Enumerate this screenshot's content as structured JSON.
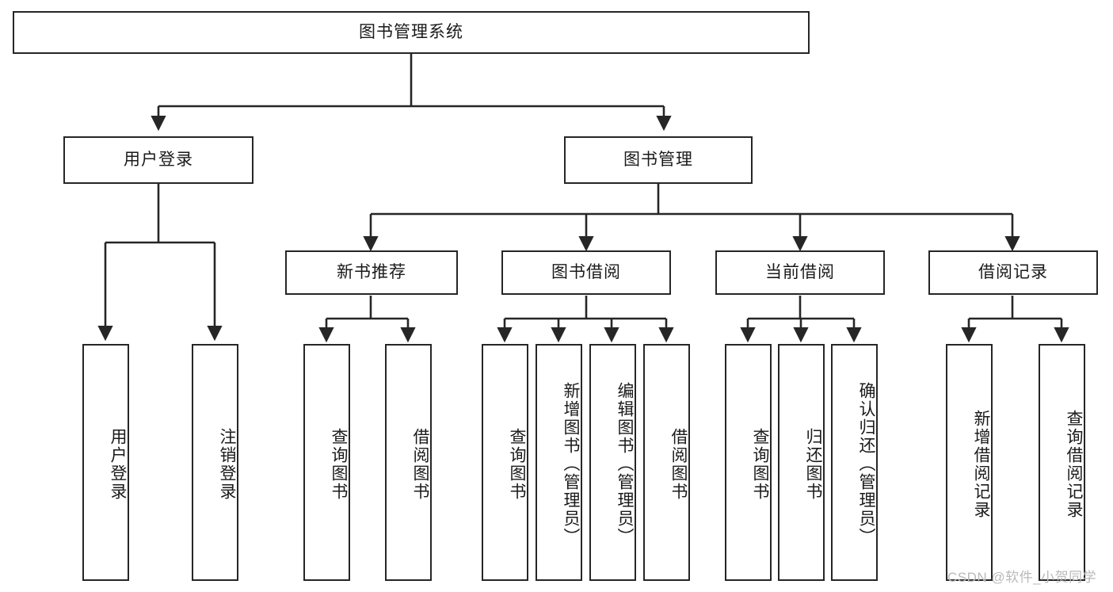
{
  "diagram": {
    "type": "tree",
    "title": "图书管理系统",
    "root": {
      "label": "图书管理系统"
    },
    "level1": [
      {
        "label": "用户登录"
      },
      {
        "label": "图书管理"
      }
    ],
    "level2": [
      {
        "label": "新书推荐"
      },
      {
        "label": "图书借阅"
      },
      {
        "label": "当前借阅"
      },
      {
        "label": "借阅记录"
      }
    ],
    "leaves": {
      "user_login": [
        {
          "label": "用户登录"
        },
        {
          "label": "注销登录"
        }
      ],
      "new_book_recommend": [
        {
          "label": "查询图书"
        },
        {
          "label": "借阅图书"
        }
      ],
      "book_borrow": [
        {
          "label": "查询图书"
        },
        {
          "label": "新增图书（管理员）"
        },
        {
          "label": "编辑图书（管理员）"
        },
        {
          "label": "借阅图书"
        }
      ],
      "current_borrow": [
        {
          "label": "查询图书"
        },
        {
          "label": "归还图书"
        },
        {
          "label": "确认归还（管理员）"
        }
      ],
      "borrow_records": [
        {
          "label": "新增借阅记录"
        },
        {
          "label": "查询借阅记录"
        }
      ]
    }
  },
  "watermark": {
    "text": "CSDN @软件_小贺同学"
  },
  "colors": {
    "stroke": "#262626",
    "background": "#ffffff",
    "text": "#1a1a1a",
    "watermark": "#b9b9b9"
  }
}
